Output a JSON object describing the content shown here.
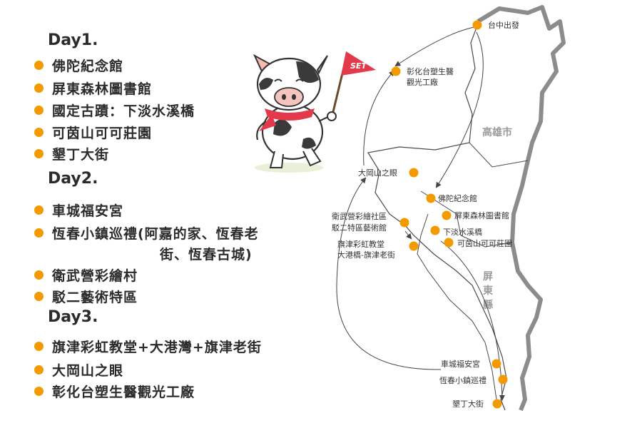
{
  "colors": {
    "accent": "#f29a00",
    "text": "#2b2b2b",
    "map_outline": "#8c8c8c",
    "flag": "#e23a4a"
  },
  "itinerary": {
    "day1": {
      "title": "Day1.",
      "stops": [
        "佛陀紀念館",
        "屏東森林圖書館",
        "國定古蹟：下淡水溪橋",
        "可茵山可可莊園",
        "墾丁大街"
      ]
    },
    "day2": {
      "title": "Day2.",
      "stops": [
        "車城福安宮",
        "恆春小鎮巡禮(阿嘉的家、恆春老",
        "衛武營彩繪村",
        "駁二藝術特區"
      ],
      "stop2_cont": "街、恆春古城)"
    },
    "day3": {
      "title": "Day3.",
      "stops": [
        "旗津彩虹教堂+大港灣+旗津老街",
        "大岡山之眼",
        "彰化台塑生醫觀光工廠"
      ]
    }
  },
  "mascot": {
    "flag_text": "SET"
  },
  "map": {
    "regions": {
      "kaohsiung": "高雄市",
      "pingtung_1": "屏",
      "pingtung_2": "東",
      "pingtung_3": "縣"
    },
    "labels": {
      "taichung": "台中出發",
      "changhua_1": "彰化台塑生醫",
      "changhua_2": "觀光工廠",
      "gangshan": "大岡山之眼",
      "fo_guang": "佛陀紀念館",
      "forest_lib": "屏東森林圖書館",
      "weiwuying_1": "衛武營彩繪社區",
      "weiwuying_2": "駁二特區藝術館",
      "xiadan": "下淡水溪橋",
      "cijin_1": "旗津彩虹教堂",
      "cijin_2": "大港橋-旗津老街",
      "keyin": "可茵山可可莊園",
      "checheng": "車城福安宮",
      "hengchun": "恆春小鎮巡禮",
      "kenting": "墾丁大街"
    }
  }
}
